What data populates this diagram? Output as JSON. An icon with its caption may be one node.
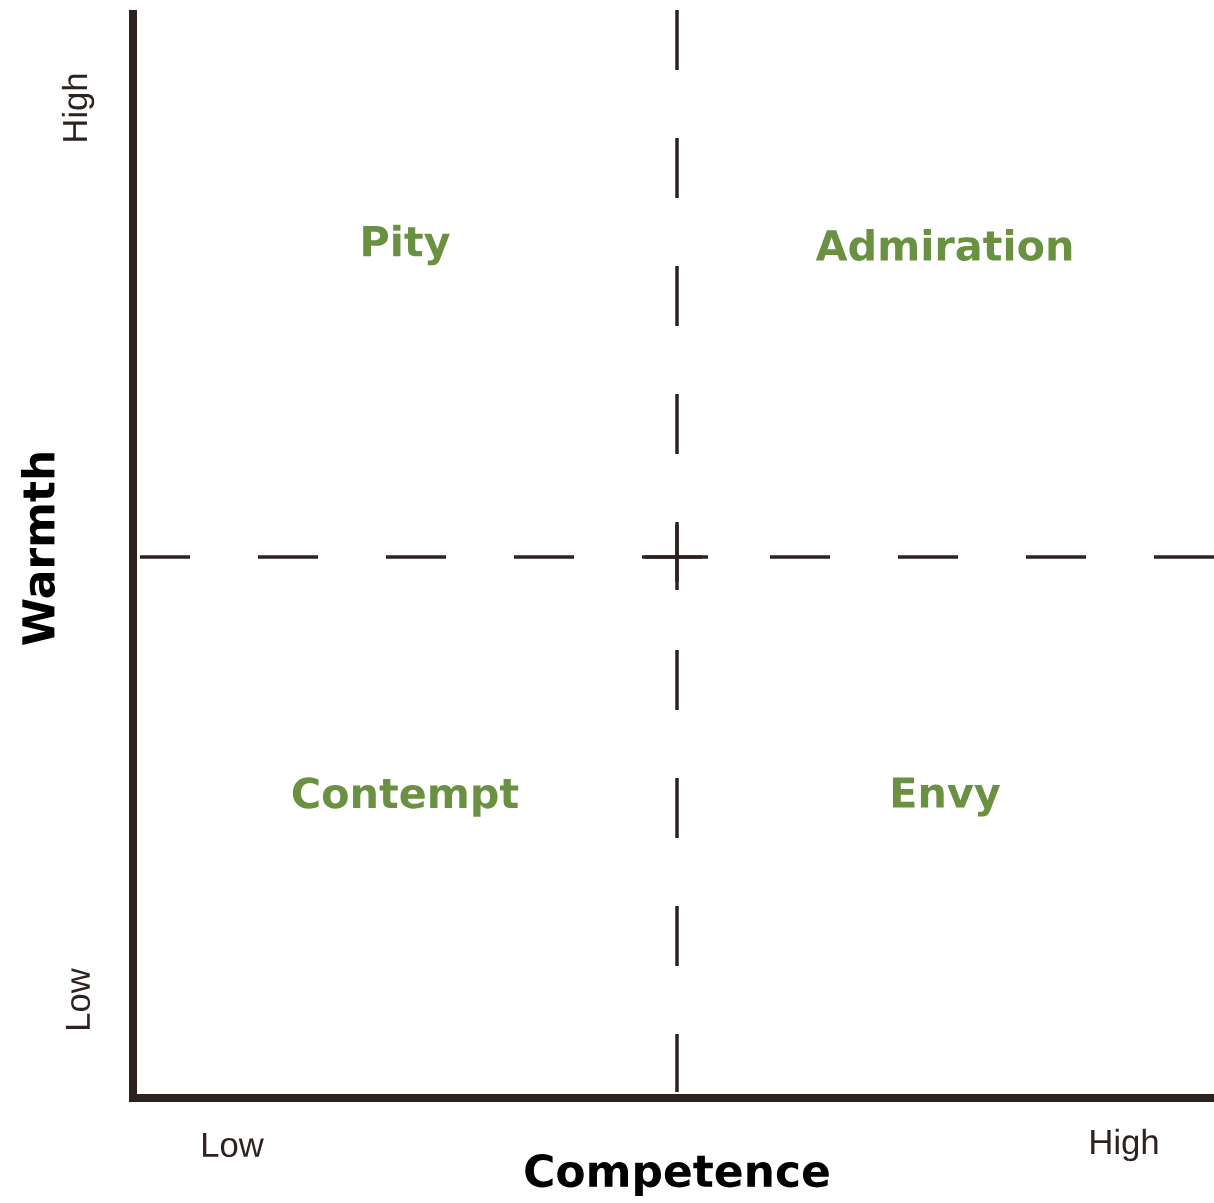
{
  "diagram": {
    "labels": [
      "High",
      "Pity",
      "Admiration",
      "Warmth",
      "Contempt",
      "Envy",
      "Low",
      "Low",
      "High",
      "Competence"
    ]
  }
}
